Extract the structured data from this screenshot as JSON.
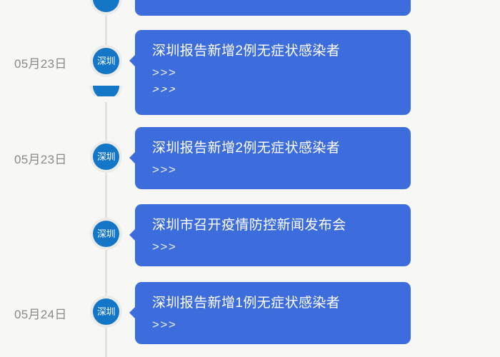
{
  "page": {
    "background_color": "#f7f7f5",
    "card_color": "#3d6ddd",
    "badge_color": "#1476c6",
    "spine_color": "#e3e3e1",
    "date_text_color": "#8a8a8a"
  },
  "timeline": {
    "entries": [
      {
        "id": "entry-0",
        "date": "",
        "badge": "",
        "title": "",
        "more": ""
      },
      {
        "id": "entry-1",
        "date": "05月23日",
        "badge": "深圳",
        "title": "深圳报告新增2例无症状感染者",
        "more": ">>>",
        "more_secondary": ">>>"
      },
      {
        "id": "entry-2",
        "date": "05月23日",
        "badge": "深圳",
        "title": "深圳报告新增2例无症状感染者",
        "more": ">>>"
      },
      {
        "id": "entry-3",
        "date": "",
        "badge": "深圳",
        "title": "深圳市召开疫情防控新闻发布会",
        "more": ">>>"
      },
      {
        "id": "entry-4",
        "date": "05月24日",
        "badge": "深圳",
        "title": "深圳报告新增1例无症状感染者",
        "more": ">>>"
      }
    ]
  }
}
